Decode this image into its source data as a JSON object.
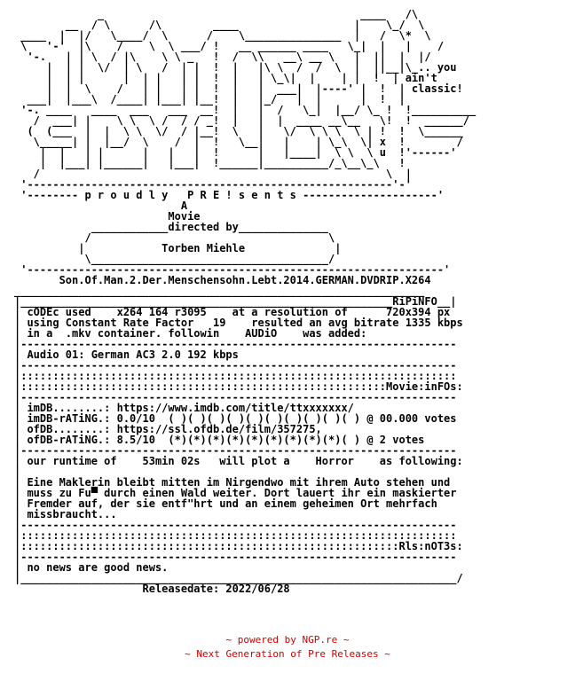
{
  "nfo_text": "             _                                        ____   /\\\n        __  / \\      /\\        ____                  |    \\_/  \\\n ____  |  |/   \\____/  \\      /    \\_______________  |   /  \\*  \\\n \\   '-'  |\\    /    \\  \\ ___/ !   __ ______ ____   \\_|  |   |    /\n  '-.   | | \\  / |\\    \\ \\ _   !  /  \\\\   __\\ __ \\   |  ||  |  |/\n     |  | |  \\/  | \\   /  | |  !  |   |\\ \\  /  /  \\  |  ||__|\\_.. you\n     |  | |      |  | |   | |  !  |   | \\_\\|  |    | |  !  | ain't\n     |  |  \\    /   | |   | |  !  |   |  ___|  |----' |  !  | classic!\n  ___|  |___\\  /____| |___| |__!  |   |_/   |  |      |  !  |\n '-. ____   ____  ___   ___  __!  |   |  /   \\_|  |__/ \\_ !  !__________\n   /  ___| |    \\ \\  \\ /  / / _!  |   |  |  ____ __\\__   \\!  !  ______/\n  (  (___  |  |  \\ \\  \\/  / |__!  \\   |   \\/  \\ \\ \\  \\ | !  !  \\______\n   \\_____| |  |__/  \\    /  |  !   \\__|   |    | \\_\\  \\| x  !        /\n    |  |   | |      |   |   |  !      |   |____|  \\ \\  \\ u  !'------'\n    |  |___| |______|   |___|  !______|__________/_\\__\\_\\   !\n   /                                                      \\  |\n '---------------------------------------------------------'-'\n '-------- p r o u d l y   P R E ! s e n t s ---------------------'\n                          A\n                        Movie\n            ____________directed by______________\n           /                                     \\\n          |            Torben Miehle              |\n           \\_____________________________________/\n '-----------------------------------------------------------------'\n       Son.Of.Man.2.Der.Menschensohn.Lebt.2014.GERMAN.DVDRIP.X264\n________________________________________________________________\n|__________________________________________________________RiPiNFO__|\n| cODEc used    x264 164 r3095    at a resolution of      720x394 px\n| using Constant Rate Factor   19    resulted an avg bitrate 1335 kbps\n| in a  .mkv container. followin    AUDiO    was added:\n|--------------------------------------------------------------------\n| Audio 01: German AC3 2.0 192 kbps\n|--------------------------------------------------------------------\n|::::::::::::::::::::::::::::::::::::::::::::::::::::::::::::::::::::\n|:::::::::::::::::::::::::::::::::::::::::::::::::::::::::Movie:inFOs:\n|--------------------------------------------------------------------\n| imDB........: https://www.imdb.com/title/ttxxxxxxx/\n| imDB-rATiNG.: 0.0/10  ( )( )( )( )( )( )( )( )( )( ) @ 00.000 votes\n| ofDB........: https://ssl.ofdb.de/film/357275,\n| ofDB-rATiNG.: 8.5/10  (*)(*)(*)(*)(*)(*)(*)(*)(*)( ) @ 2 votes\n|--------------------------------------------------------------------\n| our runtime of    53min 02s   will plot a    Horror    as following:\n|\n| Eine Maklerin bleibt mitten im Nirgendwo mit ihrem Auto stehen und\n| muss zu Fu▀ durch einen Wald weiter. Dort lauert ihr ein maskierter\n| Fremder auf, der sie entf\"hrt und an einem geheimen Ort mehrfach\n| missbraucht...\n|--------------------------------------------------------------------\n|::::::::::::::::::::::::::::::::::::::::::::::::::::::::::::::::::::\n|:::::::::::::::::::::::::::::::::::::::::::::::::::::::::::Rls:nOT3s:\n|--------------------------------------------------------------------\n| no news are good news.\n|____________________________________________________________________/\n                    Releasedate: 2022/06/28",
  "credits": {
    "powered_by": "~ powered by NGP.re ~",
    "tagline": "~ Next Generation of Pre Releases ~"
  },
  "colors": {
    "text": "#000000",
    "credits": "#d00000",
    "background": "#ffffff"
  }
}
